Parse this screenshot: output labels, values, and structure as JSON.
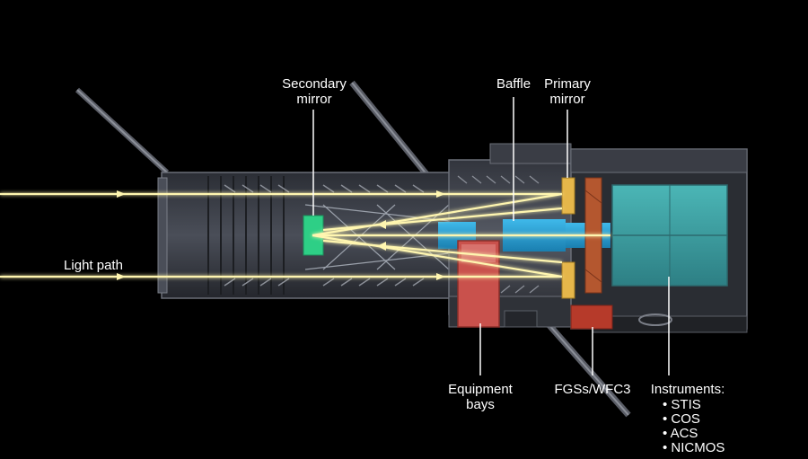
{
  "labels": {
    "secondary_mirror": [
      "Secondary",
      "mirror"
    ],
    "baffle": "Baffle",
    "primary_mirror": [
      "Primary",
      "mirror"
    ],
    "light_path": "Light path",
    "equipment_bays": [
      "Equipment",
      "bays"
    ],
    "fgs_wfc3": "FGSs/WFC3",
    "instruments": {
      "title": "Instruments:",
      "items": [
        "• STIS",
        "• COS",
        "• ACS",
        "• NICMOS"
      ]
    }
  },
  "colors": {
    "background": "#000000",
    "tube": "#3a3d45",
    "light_beam": "#fff6b0",
    "secondary_mirror": "#2ecf86",
    "primary_mirror": "#e5b64a",
    "baffle": "#2aa3d8",
    "equipment_bays": "#c9514c",
    "fgs": "#b63a2a",
    "instruments": "#3fa4a4"
  }
}
